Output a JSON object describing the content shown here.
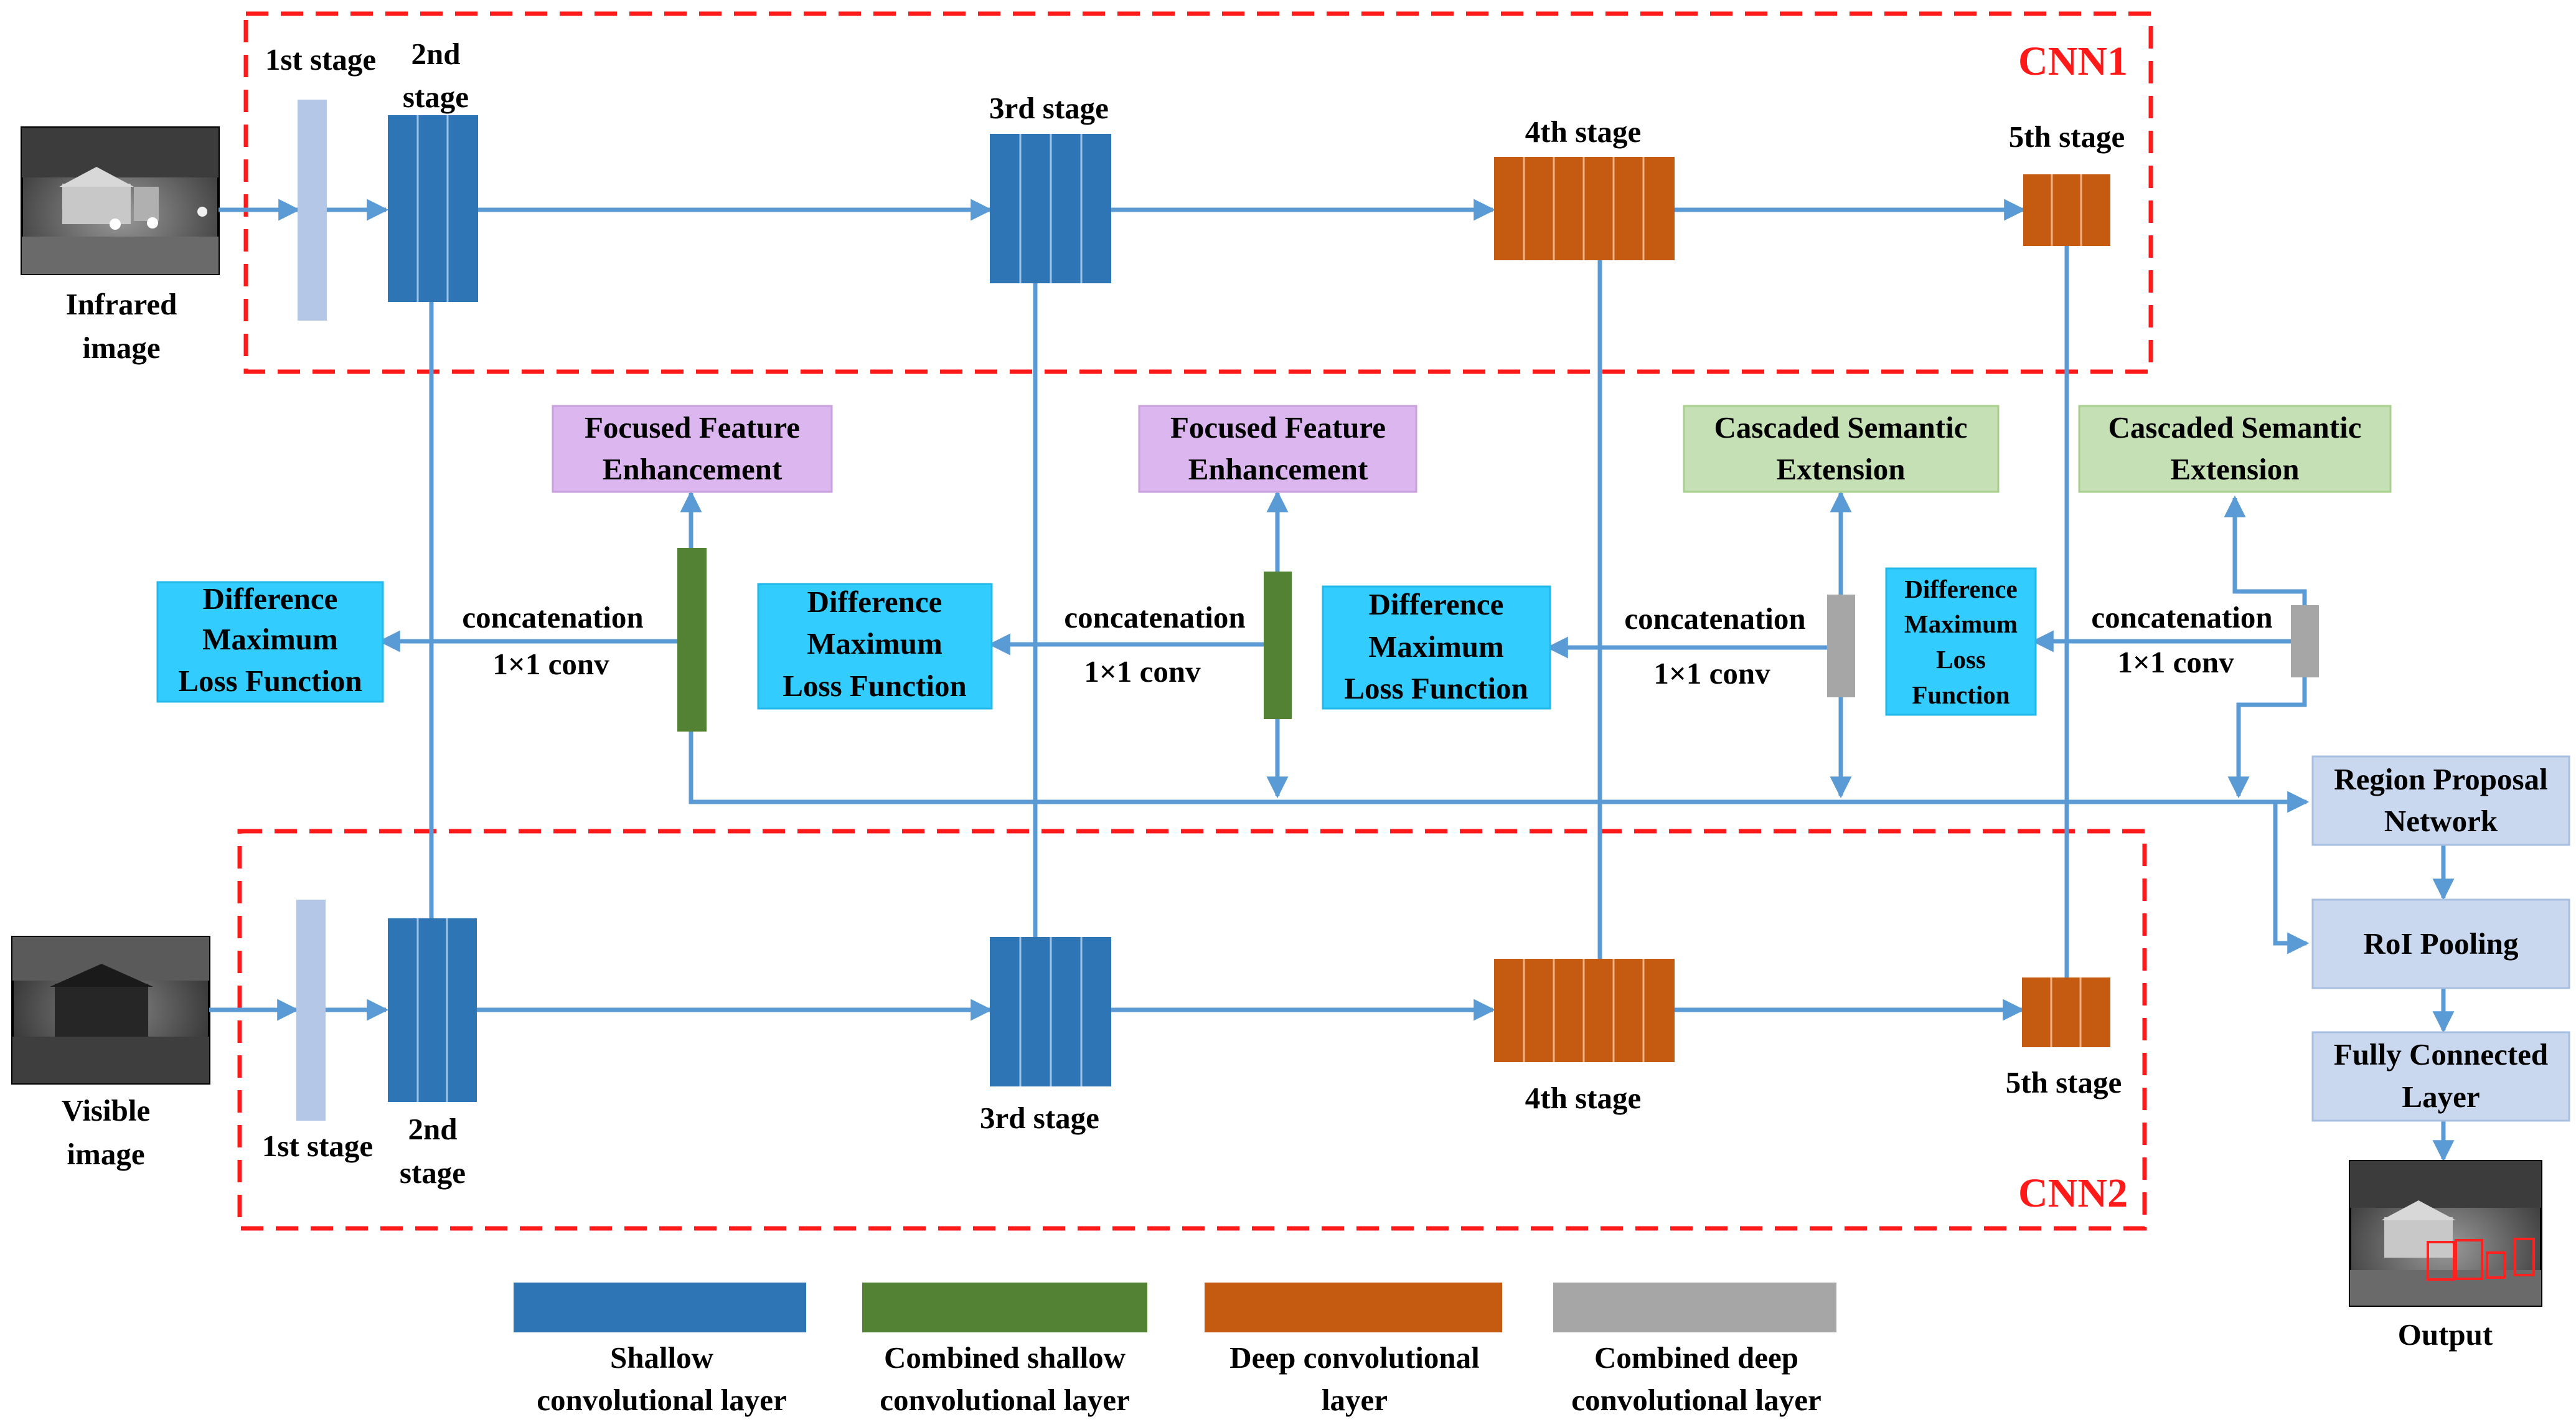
{
  "colors": {
    "shallow": "#2e75b6",
    "combined_shallow": "#548235",
    "deep": "#c55a11",
    "combined_deep": "#a6a6a6",
    "input_layer": "#b4c7e7",
    "focused": "#dcb6ee",
    "cascaded": "#c5e0b4",
    "difference": "#33ccff",
    "rpn_box": "#c9d8ee",
    "flow": "#5b9bd5",
    "cnn_border": "#ff1a1a"
  },
  "cnn1": {
    "title": "CNN1",
    "input_label": [
      "Infrared",
      "image"
    ],
    "stage1": "1st stage",
    "stage2": [
      "2nd",
      "stage"
    ],
    "stage3": "3rd stage",
    "stage4": "4th stage",
    "stage5": "5th stage"
  },
  "cnn2": {
    "title": "CNN2",
    "input_label": [
      "Visible",
      "image"
    ],
    "stage1": "1st stage",
    "stage2": [
      "2nd",
      "stage"
    ],
    "stage3": "3rd stage",
    "stage4": "4th stage",
    "stage5": "5th stage"
  },
  "modules": {
    "focused_1": [
      "Focused Feature",
      "Enhancement"
    ],
    "focused_2": [
      "Focused Feature",
      "Enhancement"
    ],
    "cascaded_1": [
      "Cascaded Semantic",
      "Extension"
    ],
    "cascaded_2": [
      "Cascaded Semantic",
      "Extension"
    ],
    "diff_1": [
      "Difference",
      "Maximum",
      "Loss Function"
    ],
    "diff_2": [
      "Difference",
      "Maximum",
      "Loss Function"
    ],
    "diff_3": [
      "Difference",
      "Maximum",
      "Loss Function"
    ],
    "diff_4": [
      "Difference",
      "Maximum",
      "Loss",
      "Function"
    ],
    "concat": "concatenation",
    "conv": "1×1 conv"
  },
  "head": {
    "rpn": [
      "Region Proposal",
      "Network"
    ],
    "roi": "RoI Pooling",
    "fc": [
      "Fully Connected",
      "Layer"
    ],
    "output": "Output"
  },
  "legend": [
    {
      "lines": [
        "Shallow",
        "convolutional layer"
      ],
      "color": "#2e75b6"
    },
    {
      "lines": [
        "Combined shallow",
        "convolutional layer"
      ],
      "color": "#548235"
    },
    {
      "lines": [
        "Deep convolutional",
        "layer"
      ],
      "color": "#c55a11"
    },
    {
      "lines": [
        "Combined deep",
        "convolutional layer"
      ],
      "color": "#a6a6a6"
    }
  ]
}
